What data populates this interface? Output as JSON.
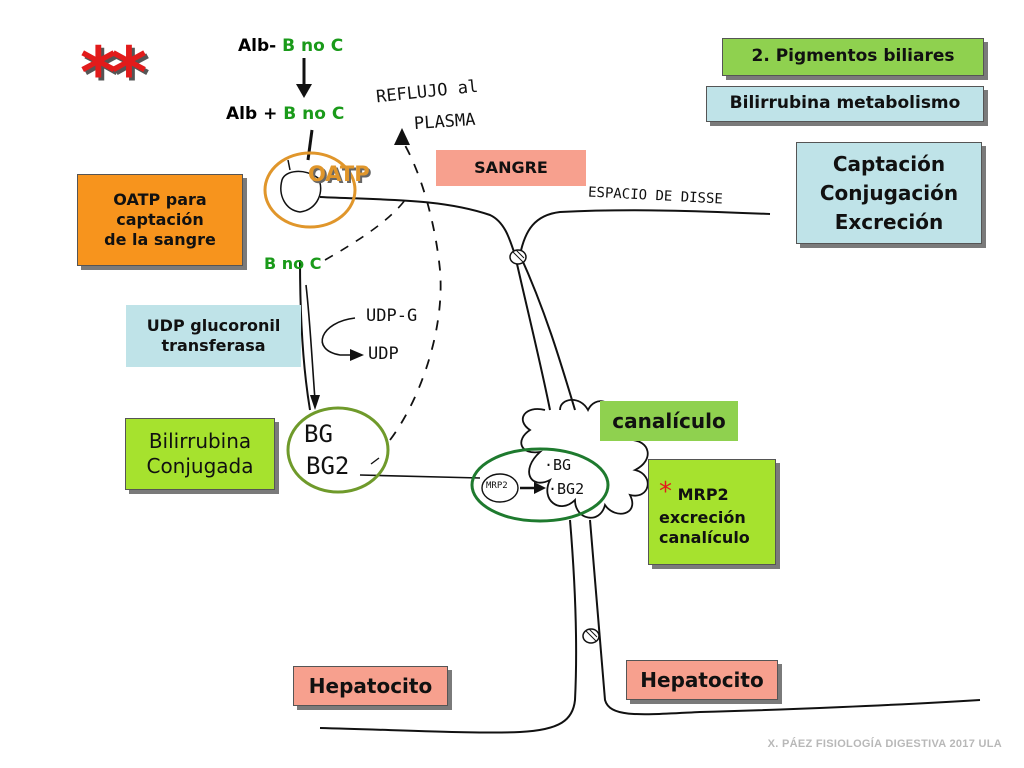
{
  "header": {
    "section": "2. Pigmentos biliares",
    "subtitle": "Bilirrubina metabolismo",
    "steps": [
      "Captación",
      "Conjugación",
      "Excreción"
    ]
  },
  "stars": "**",
  "top_flow": {
    "alb_minus": "Alb-",
    "alb_plus": "Alb +",
    "b_no_c": "B no C",
    "b_no_c_bottom": "B no C"
  },
  "labels": {
    "oatp": "OATP",
    "oatp_box": [
      "OATP para",
      "captación",
      "de la sangre"
    ],
    "sangre": "SANGRE",
    "udp_box": [
      "UDP glucoronil",
      "transferasa"
    ],
    "bilirrubina_box": [
      "Bilirrubina",
      "Conjugada"
    ],
    "canaliculo": "canalículo",
    "mrp2_star": "*",
    "mrp2_box": [
      "MRP2",
      "excreción",
      "canalículo"
    ],
    "hepatocito_left": "Hepatocito",
    "hepatocito_right": "Hepatocito"
  },
  "handwritten": {
    "reflujo_1": "REFLUJO al",
    "reflujo_2": "PLASMA",
    "espacio": "ESPACIO DE DISSE",
    "udp_g": "UDP-G",
    "udp": "UDP",
    "bg": "BG",
    "bg2": "BG2",
    "mrp2_small": "MRP2",
    "bg_small": "·BG",
    "bg2_small": "·BG2"
  },
  "footer": "X. PÁEZ   FISIOLOGÍA DIGESTIVA 2017 ULA",
  "colors": {
    "section_bg": "#8fd14f",
    "teal_bg": "#bfe3e8",
    "orange_bg": "#f7941d",
    "salmon_bg": "#f7a08e",
    "lime_bg": "#a6e22e",
    "canal_bg": "#8fd14f",
    "oatp_ring": "#e0962b",
    "bg_ring": "#6f9a2b",
    "mrp2_ring": "#1e7a2e"
  }
}
